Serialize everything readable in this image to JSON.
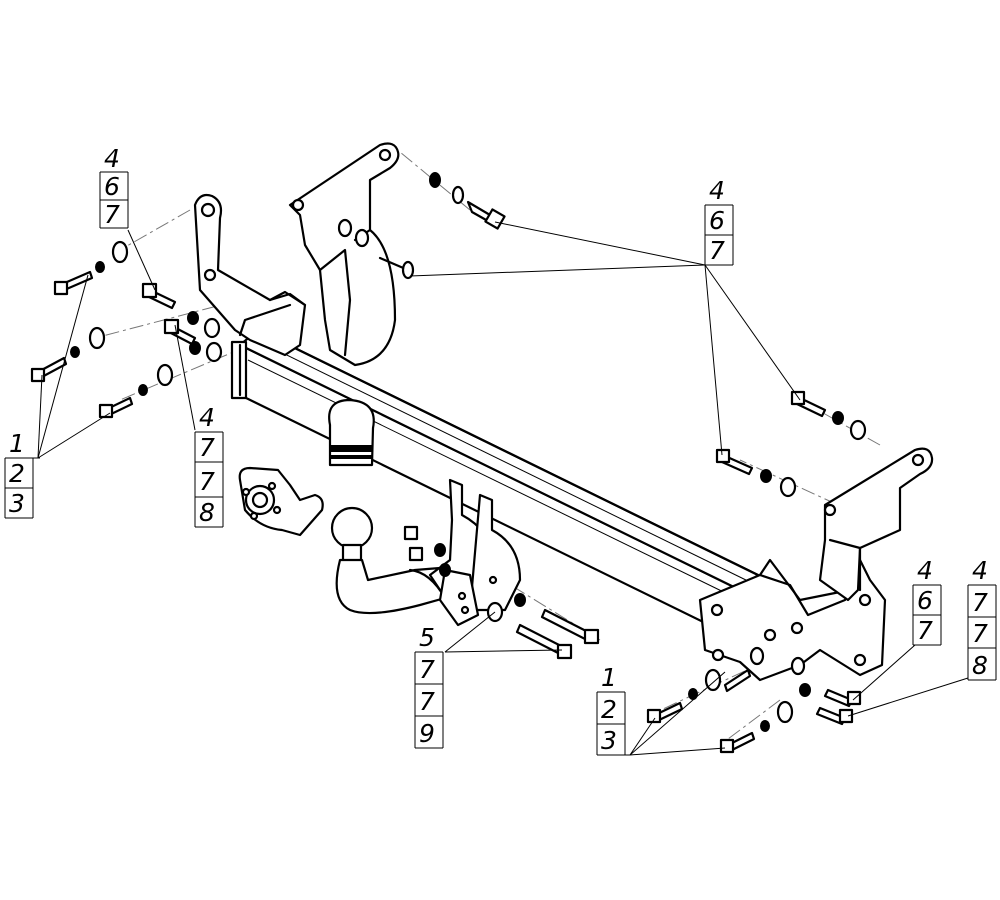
{
  "callouts": [
    {
      "id": "tl",
      "items": [
        "4",
        "6",
        "7"
      ]
    },
    {
      "id": "tr",
      "items": [
        "4",
        "6",
        "7"
      ]
    },
    {
      "id": "left-bottom",
      "items": [
        "1",
        "2",
        "3"
      ]
    },
    {
      "id": "left-mid",
      "items": [
        "4",
        "7",
        "7",
        "8"
      ]
    },
    {
      "id": "ball",
      "items": [
        "5",
        "7",
        "7",
        "9"
      ]
    },
    {
      "id": "right-bolts",
      "items": [
        "1",
        "2",
        "3"
      ]
    },
    {
      "id": "rr1",
      "items": [
        "4",
        "6",
        "7"
      ]
    },
    {
      "id": "rr2",
      "items": [
        "4",
        "7",
        "7",
        "8"
      ]
    }
  ]
}
